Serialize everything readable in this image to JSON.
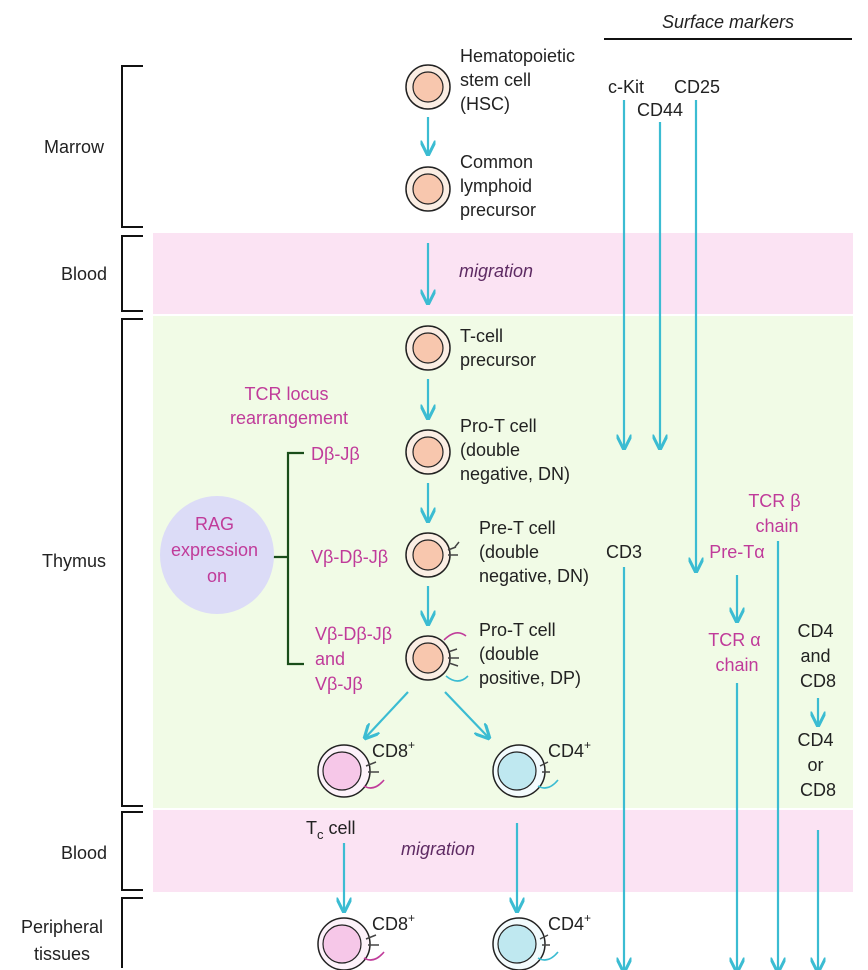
{
  "header": {
    "surface_markers": "Surface markers"
  },
  "regions": {
    "marrow": "Marrow",
    "blood1": "Blood",
    "thymus": "Thymus",
    "blood2": "Blood",
    "peripheral_1": "Peripheral",
    "peripheral_2": "tissues"
  },
  "migration": {
    "upper": "migration",
    "lower": "migration"
  },
  "cells": {
    "hsc": [
      "Hematopoietic",
      "stem cell",
      "(HSC)"
    ],
    "clp": [
      "Common",
      "lymphoid",
      "precursor"
    ],
    "tcell_precursor": [
      "T-cell",
      "precursor"
    ],
    "pro_t_dn": [
      "Pro-T cell",
      "(double",
      "negative, DN)"
    ],
    "pre_t_dn": [
      "Pre-T cell",
      "(double",
      "negative, DN)"
    ],
    "pro_t_dp": [
      "Pro-T cell",
      "(double",
      "positive, DP)"
    ],
    "cd8": {
      "base": "CD8",
      "sup": "+"
    },
    "cd4": {
      "base": "CD4",
      "sup": "+"
    },
    "tc": {
      "base": "T",
      "sub": "c",
      "rest": " cell"
    },
    "cd8_periph": {
      "base": "CD8",
      "sup": "+"
    },
    "cd4_periph": {
      "base": "CD4",
      "sup": "+"
    }
  },
  "rearrangement": {
    "title": [
      "TCR locus",
      "rearrangement"
    ],
    "step1": "Dβ-Jβ",
    "step2": "Vβ-Dβ-Jβ",
    "step3": [
      "Vβ-Dβ-Jβ",
      "and",
      "Vβ-Jβ"
    ]
  },
  "rag": [
    "RAG",
    "expression",
    "on"
  ],
  "markers": {
    "ckit": "c-Kit",
    "cd44": "CD44",
    "cd25": "CD25",
    "cd3": "CD3",
    "tcrb": [
      "TCR β",
      "chain"
    ],
    "pre_ta": "Pre-Tα",
    "tcra": [
      "TCR α",
      "chain"
    ],
    "cd4cd8": [
      "CD4",
      "and",
      "CD8"
    ],
    "cd4orcd8": [
      "CD4",
      "or",
      "CD8"
    ]
  },
  "colors": {
    "blood_band": "#fbe3f3",
    "thymus_band": "#f1fbe6",
    "arrow": "#3bbcd2",
    "label_pink": "#c03b9a",
    "rag_oval": "#dcdcf7",
    "cell_peach": "#f8c7ae",
    "cell_pink": "#f6c7e8",
    "cell_blue": "#bfe8f0"
  }
}
